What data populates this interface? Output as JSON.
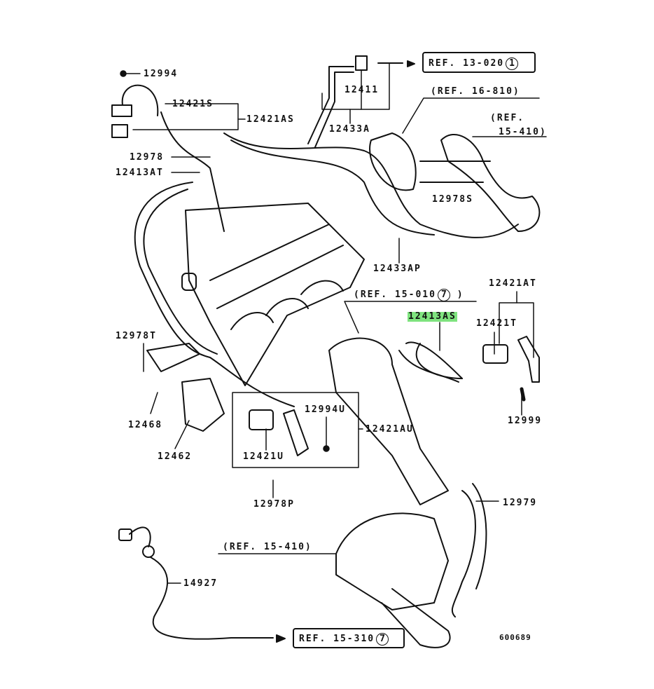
{
  "diagram": {
    "callouts": {
      "p12994": "12994",
      "p12421S": "12421S",
      "p12421AS": "12421AS",
      "p12411": "12411",
      "p12433A": "12433A",
      "p12978": "12978",
      "p12413AT": "12413AT",
      "p12978S": "12978S",
      "p12433AP": "12433AP",
      "p12421AT": "12421AT",
      "p12413AS": "12413AS",
      "p12421T": "12421T",
      "p12978T": "12978T",
      "p12994U": "12994U",
      "p12421AU": "12421AU",
      "p12468": "12468",
      "p12999": "12999",
      "p12462": "12462",
      "p12421U": "12421U",
      "p12978P": "12978P",
      "p12979": "12979",
      "p14927": "14927"
    },
    "references": {
      "ref_13_020": "REF. 13-020",
      "ref_13_020_num": "1",
      "ref_16_810": "(REF. 16-810)",
      "ref_15_410_top_a": "(REF.",
      "ref_15_410_top_b": "15-410)",
      "ref_15_010": "(REF. 15-010",
      "ref_15_010_num": "7",
      "ref_15_010_close": ")",
      "ref_15_410_bottom": "(REF. 15-410)",
      "ref_15_310": "REF. 15-310",
      "ref_15_310_num": "7"
    },
    "highlighted_part": "12413AS",
    "highlight_color": "#7fe37f",
    "drawing_code": "600689"
  }
}
